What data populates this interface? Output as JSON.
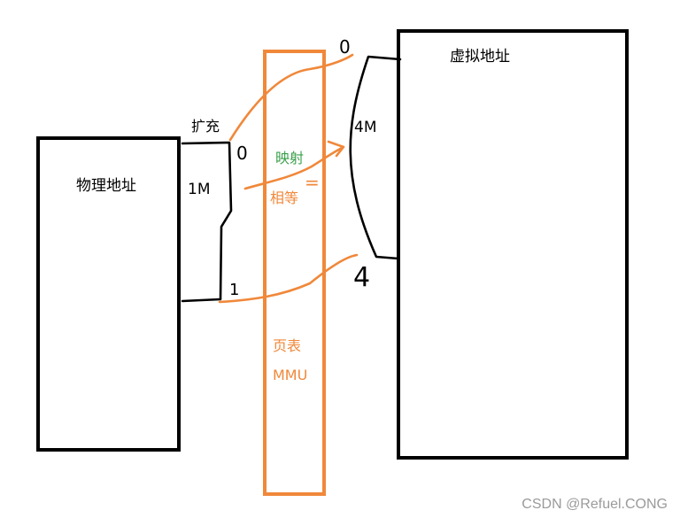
{
  "labels": {
    "physical": "物理地址",
    "virtual": "虚拟地址",
    "expand": "扩充",
    "size_1m": "1M",
    "size_4m": "4M",
    "phys_zero": "0",
    "phys_one": "1",
    "virt_zero": "0",
    "virt_four": "4",
    "mapping": "映射",
    "equal_sign": "=",
    "equal": "相等",
    "page_table": "页表",
    "mmu": "MMU"
  },
  "watermark": "CSDN @Refuel.CONG",
  "colors": {
    "ink": "#000000",
    "orange": "#f0883a",
    "green": "#3aa04a",
    "watermark": "#9a9a9a"
  }
}
